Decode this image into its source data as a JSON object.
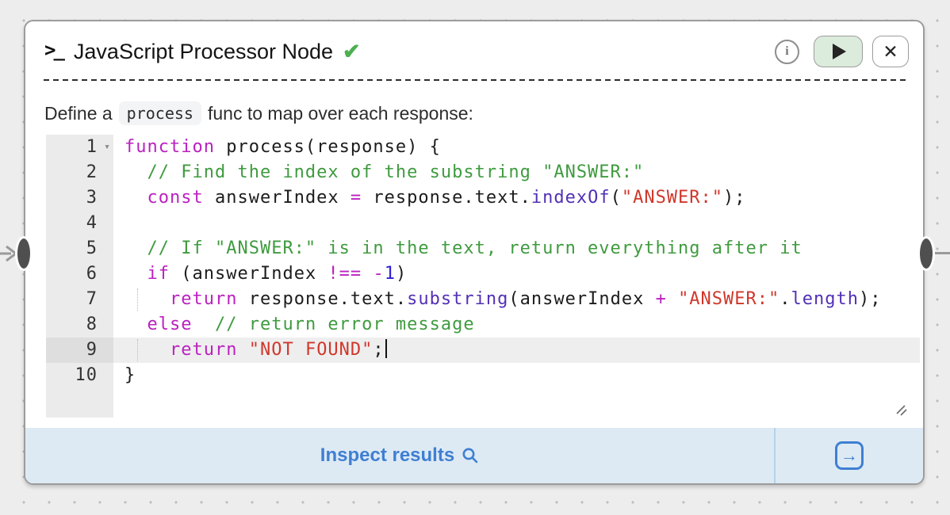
{
  "header": {
    "terminal_icon": ">_",
    "title": "JavaScript Processor Node",
    "check_icon": "✔",
    "info_icon": "i",
    "close_icon": "✕"
  },
  "description": {
    "prefix": "Define a",
    "code_word": "process",
    "suffix": "func to map over each response:"
  },
  "editor": {
    "active_line": 9,
    "lines": [
      {
        "num": 1,
        "fold": "▾",
        "tokens": [
          [
            "k",
            "function"
          ],
          [
            "p",
            " process(response) {"
          ]
        ]
      },
      {
        "num": 2,
        "tokens": [
          [
            "p",
            "  "
          ],
          [
            "c",
            "// Find the index of the substring \"ANSWER:\""
          ]
        ]
      },
      {
        "num": 3,
        "tokens": [
          [
            "p",
            "  "
          ],
          [
            "k",
            "const"
          ],
          [
            "p",
            " answerIndex "
          ],
          [
            "k",
            "="
          ],
          [
            "p",
            " response.text."
          ],
          [
            "f",
            "indexOf"
          ],
          [
            "p",
            "("
          ],
          [
            "s",
            "\"ANSWER:\""
          ],
          [
            "p",
            ");"
          ]
        ]
      },
      {
        "num": 4,
        "tokens": []
      },
      {
        "num": 5,
        "tokens": [
          [
            "p",
            "  "
          ],
          [
            "c",
            "// If \"ANSWER:\" is in the text, return everything after it"
          ]
        ]
      },
      {
        "num": 6,
        "tokens": [
          [
            "p",
            "  "
          ],
          [
            "k",
            "if"
          ],
          [
            "p",
            " (answerIndex "
          ],
          [
            "k",
            "!=="
          ],
          [
            "p",
            " "
          ],
          [
            "k",
            "-"
          ],
          [
            "n",
            "1"
          ],
          [
            "p",
            ")"
          ]
        ]
      },
      {
        "num": 7,
        "guide": true,
        "tokens": [
          [
            "p",
            "    "
          ],
          [
            "k",
            "return"
          ],
          [
            "p",
            " response.text."
          ],
          [
            "f",
            "substring"
          ],
          [
            "p",
            "(answerIndex "
          ],
          [
            "k",
            "+"
          ],
          [
            "p",
            " "
          ],
          [
            "s",
            "\"ANSWER:\""
          ],
          [
            "p",
            "."
          ],
          [
            "f",
            "length"
          ],
          [
            "p",
            ");"
          ]
        ]
      },
      {
        "num": 8,
        "tokens": [
          [
            "p",
            "  "
          ],
          [
            "k",
            "else"
          ],
          [
            "p",
            "  "
          ],
          [
            "c",
            "// return error message"
          ]
        ]
      },
      {
        "num": 9,
        "guide": true,
        "active": true,
        "cursor": true,
        "tokens": [
          [
            "p",
            "    "
          ],
          [
            "k",
            "return"
          ],
          [
            "p",
            " "
          ],
          [
            "s",
            "\"NOT FOUND\""
          ],
          [
            "p",
            ";"
          ]
        ]
      },
      {
        "num": 10,
        "tokens": [
          [
            "p",
            "}"
          ]
        ]
      }
    ]
  },
  "footer": {
    "inspect_label": "Inspect results",
    "arrow_icon": "→"
  },
  "colors": {
    "keyword": "#bb21c0",
    "comment": "#3f9b3f",
    "string": "#d0372b",
    "func": "#5230b5",
    "num": "#2f1fd6",
    "plain": "#1c1c1c",
    "blue": "#3f7fd2",
    "barbg": "#ddeaf4",
    "check_green": "#4caf50"
  }
}
